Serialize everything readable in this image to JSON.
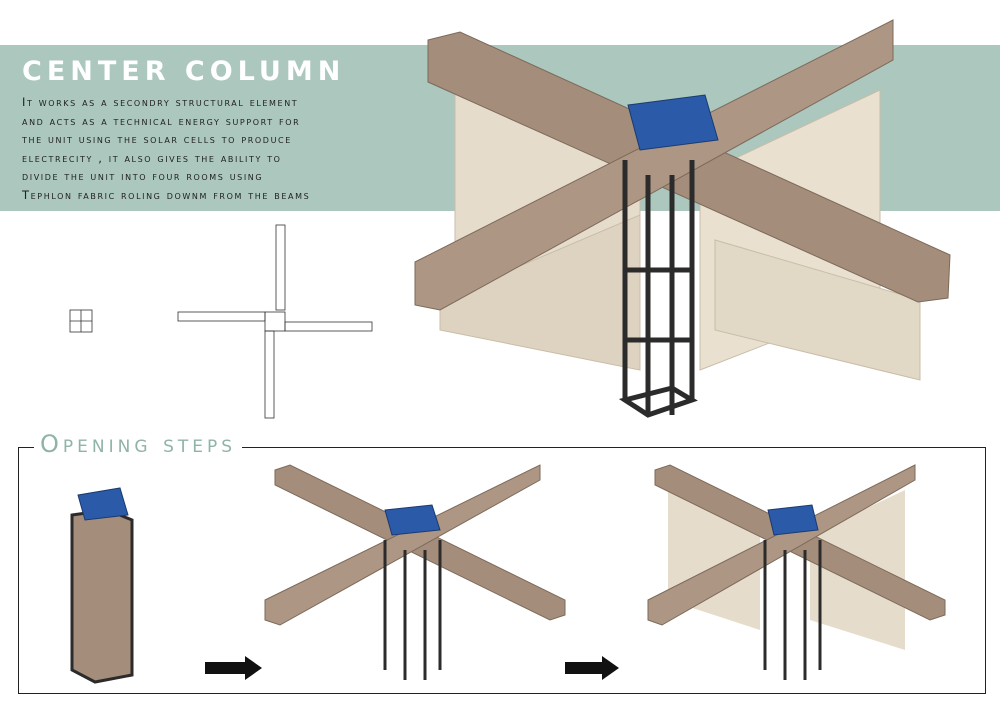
{
  "header": {
    "title": "Center column",
    "description_lines": [
      "It works as a secondry structural element",
      "and acts as a technical energy support for",
      "the unit using the solar cells to produce",
      "electrecity , it also gives the ability to",
      "divide the unit into four rooms using",
      "Tephlon fabric roling downm from the beams"
    ]
  },
  "steps": {
    "title": "Opening steps"
  },
  "colors": {
    "band": "#abc7be",
    "accent": "#8fb3a8",
    "stone": "#a48d7a",
    "fabric": "#e6dccb",
    "steel": "#2b2b2b",
    "solar": "#2a5aa8"
  }
}
